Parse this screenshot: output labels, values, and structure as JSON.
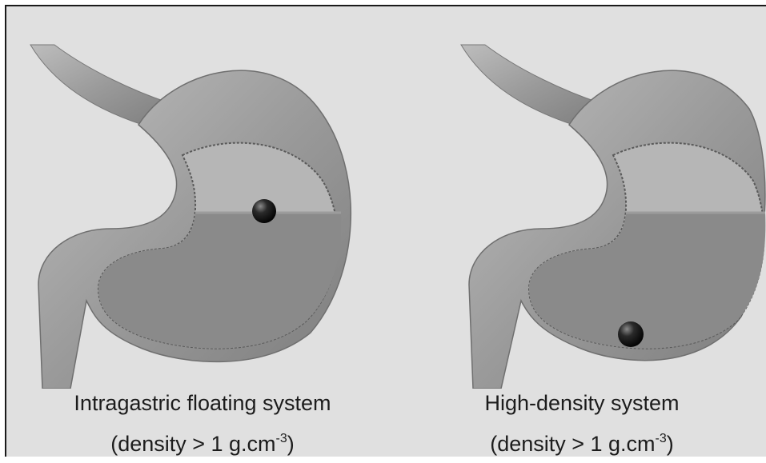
{
  "panels": [
    {
      "caption_line1": "Intragastric floating system",
      "caption_line2_prefix": "(density > 1 g.cm",
      "caption_line2_exponent": "-3",
      "caption_line2_suffix": ")",
      "sphere_location": "floating-at-surface"
    },
    {
      "caption_line1": "High-density system",
      "caption_line2_prefix": "(density > 1 g.cm",
      "caption_line2_exponent": "-3",
      "caption_line2_suffix": ")",
      "sphere_location": "bottom-of-stomach"
    }
  ],
  "colors": {
    "background": "#e0e0e0",
    "stomach_wall": "#a3a3a3",
    "gastric_fluid": "#8a8a8a",
    "air_space": "#b4b4b4",
    "sphere": "#1a1a1a"
  }
}
